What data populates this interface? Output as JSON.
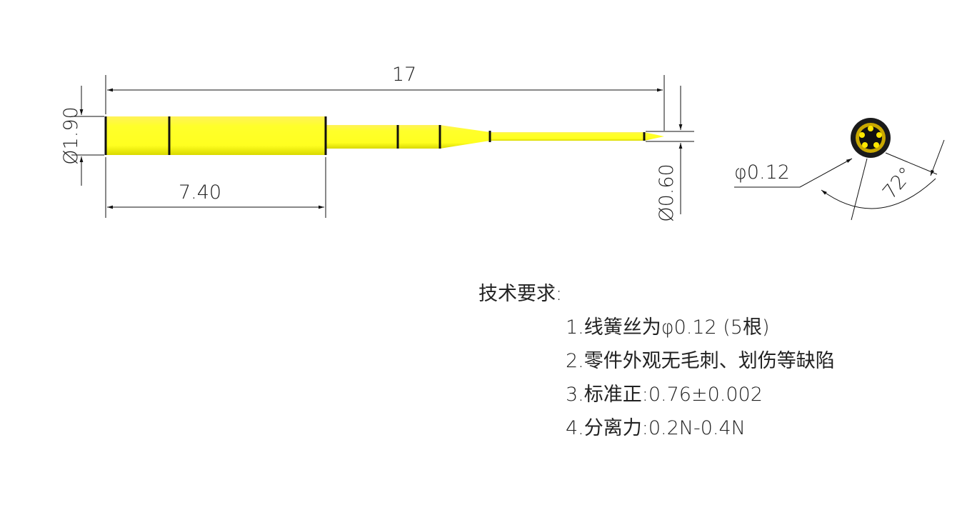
{
  "drawing": {
    "dimensions": {
      "overall_length": "17",
      "body_length": "7.40",
      "body_diameter": "Ø1.90",
      "tip_diameter": "Ø0.60",
      "wire_diameter": "φ0.12",
      "angle": "72°"
    },
    "colors": {
      "part_fill": "#ffff2a",
      "part_shade": "#e6e600",
      "outline": "#111111",
      "spring_dark": "#1a1a1a",
      "spring_gold": "#d8b400"
    }
  },
  "notes": {
    "heading": "技术要求:",
    "items": [
      "1.线簧丝为φ0.12 (5根)",
      "2.零件外观无毛刺、划伤等缺陷",
      "3.标准正:0.76±0.002",
      "4.分离力:0.2N-0.4N"
    ]
  }
}
